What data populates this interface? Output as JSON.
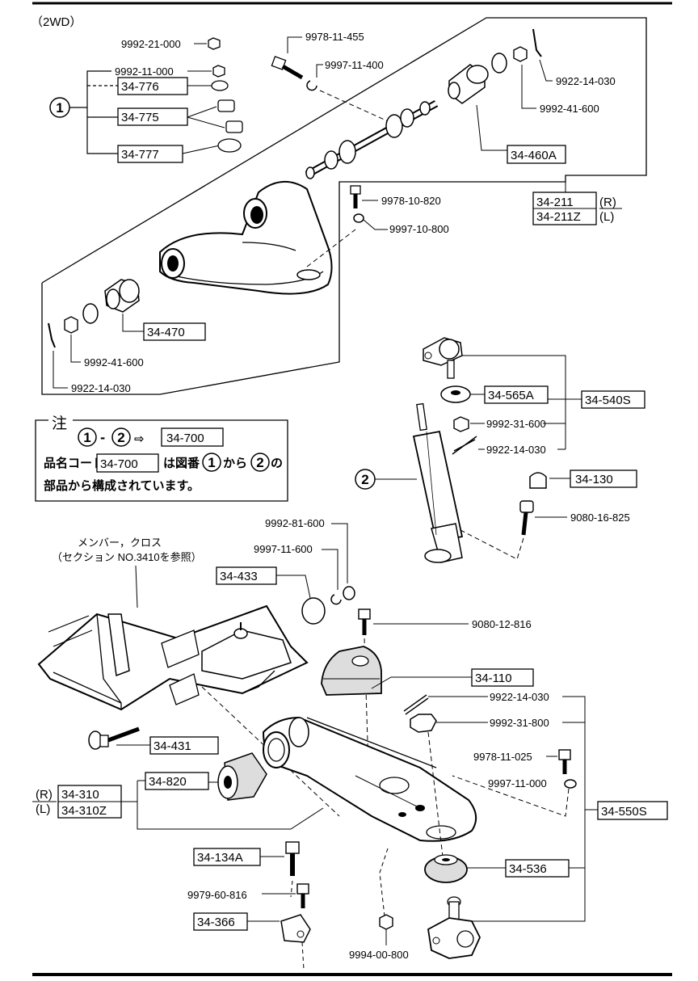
{
  "header": {
    "drive": "（2WD）"
  },
  "parts": {
    "p9992_21_000": "9992-21-000",
    "p9992_11_000": "9992-11-000",
    "p34_776": "34-776",
    "p34_775": "34-775",
    "p34_777": "34-777",
    "p9978_11_455": "9978-11-455",
    "p9997_11_400": "9997-11-400",
    "p9922_14_030_top": "9922-14-030",
    "p9992_41_600_top": "9992-41-600",
    "p34_460A": "34-460A",
    "p34_211": "34-211",
    "p34_211Z": "34-211Z",
    "sideR": "(R)",
    "sideL": "(L)",
    "p9978_10_820": "9978-10-820",
    "p9997_10_800": "9997-10-800",
    "p34_470": "34-470",
    "p9992_41_600_bot": "9992-41-600",
    "p9922_14_030_bot": "9922-14-030",
    "p34_565A": "34-565A",
    "p34_540S": "34-540S",
    "p9992_31_600": "9992-31-600",
    "p9922_14_030_mid": "9922-14-030",
    "p34_130": "34-130",
    "p9080_16_825": "9080-16-825",
    "p9992_81_600": "9992-81-600",
    "p9997_11_600": "9997-11-600",
    "p34_433": "34-433",
    "p9080_12_816": "9080-12-816",
    "p34_110": "34-110",
    "p9922_14_030_low": "9922-14-030",
    "p9992_31_800": "9992-31-800",
    "p9978_11_025": "9978-11-025",
    "p9997_11_000": "9997-11-000",
    "p34_550S": "34-550S",
    "p34_431": "34-431",
    "p34_820": "34-820",
    "p34_310": "34-310",
    "p34_310Z": "34-310Z",
    "sideR2": "(R)",
    "sideL2": "(L)",
    "p34_536": "34-536",
    "p34_134A": "34-134A",
    "p9979_60_816": "9979-60-816",
    "p34_366": "34-366",
    "p9994_00_800": "9994-00-800"
  },
  "callouts": {
    "one": "1",
    "two": "2"
  },
  "note": {
    "title": "注",
    "range_to": "-",
    "arrow": "⇨",
    "target": "34-700",
    "line2_pre": "品名コード",
    "line2_box": "34-700",
    "line2_mid": "は図番",
    "line2_kara": "から",
    "line2_no": "の",
    "line3": "部品から構成されています。"
  },
  "member": {
    "line1": "メンバー，クロス",
    "line2": "（セクション NO.3410を参照）"
  }
}
